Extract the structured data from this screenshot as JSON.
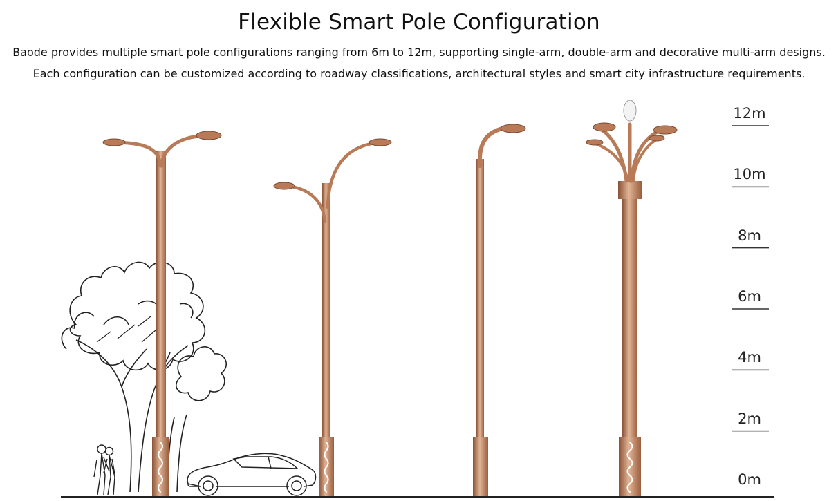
{
  "title": "Flexible Smart Pole Configuration",
  "description": {
    "line1": "Baode provides multiple smart pole configurations ranging from 6m to 12m, supporting single-arm, double-arm and decorative multi-arm designs.",
    "line2": "Each configuration can be customized according to roadway classifications, architectural styles and smart city infrastructure requirements."
  },
  "height_scale": {
    "unit": "m",
    "labels": [
      "12m",
      "10m",
      "8m",
      "6m",
      "4m",
      "2m",
      "0m"
    ],
    "values": [
      12,
      10,
      8,
      6,
      4,
      2,
      0
    ]
  },
  "poles": [
    {
      "type": "double-arm",
      "height_m": 11
    },
    {
      "type": "double-arm",
      "height_m": 10
    },
    {
      "type": "single-arm",
      "height_m": 11.5
    },
    {
      "type": "decorative-multi-arm",
      "height_m": 12
    }
  ],
  "colors": {
    "pole": "#b97a57",
    "pole_dark": "#8a5236",
    "pole_light": "#e0b394",
    "sketch": "#222222",
    "scale_line": "#333333"
  }
}
